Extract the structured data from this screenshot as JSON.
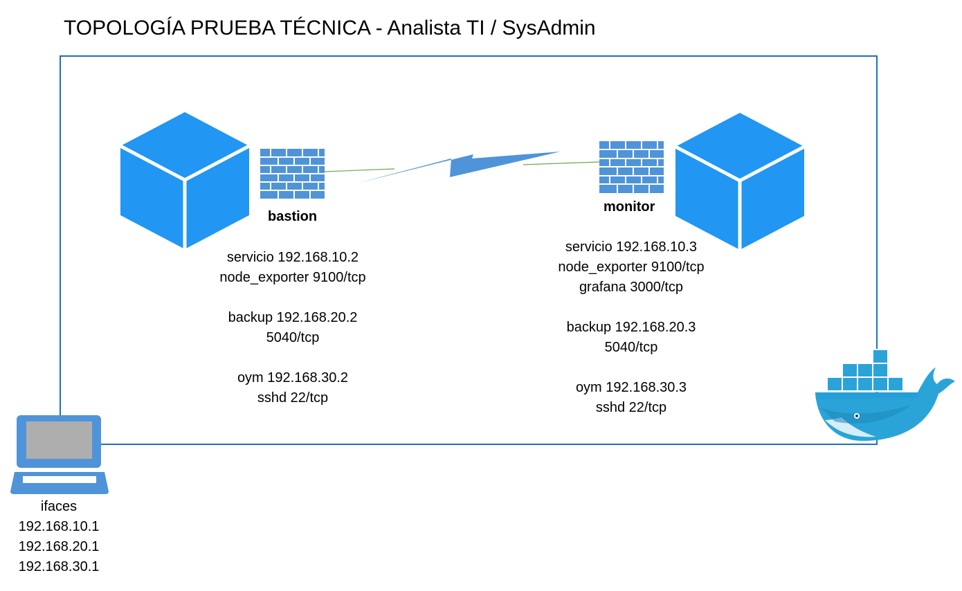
{
  "title": "TOPOLOGÍA PRUEBA TÉCNICA - Analista TI / SysAdmin",
  "colors": {
    "cube": "#2196f3",
    "cube_dark": "#1a7fd8",
    "firewall": "#4f94d8",
    "network_border": "#1f6fc5",
    "link": "#4f94d8",
    "docker": "#2aa4d8"
  },
  "icons": [
    "server-cube-icon",
    "firewall-icon",
    "lightning-link-icon",
    "docker-whale-icon",
    "laptop-icon"
  ],
  "bastion": {
    "label": "bastion",
    "lines": [
      "servicio 192.168.10.2",
      "node_exporter 9100/tcp",
      "",
      "backup 192.168.20.2",
      "5040/tcp",
      "",
      "oym 192.168.30.2",
      "sshd 22/tcp"
    ]
  },
  "monitor": {
    "label": "monitor",
    "lines": [
      "servicio 192.168.10.3",
      "node_exporter 9100/tcp",
      "grafana 3000/tcp",
      "",
      "backup 192.168.20.3",
      "5040/tcp",
      "",
      "oym 192.168.30.3",
      "sshd 22/tcp"
    ]
  },
  "host": {
    "lines": [
      "ifaces",
      "192.168.10.1",
      "192.168.20.1",
      "192.168.30.1"
    ]
  }
}
